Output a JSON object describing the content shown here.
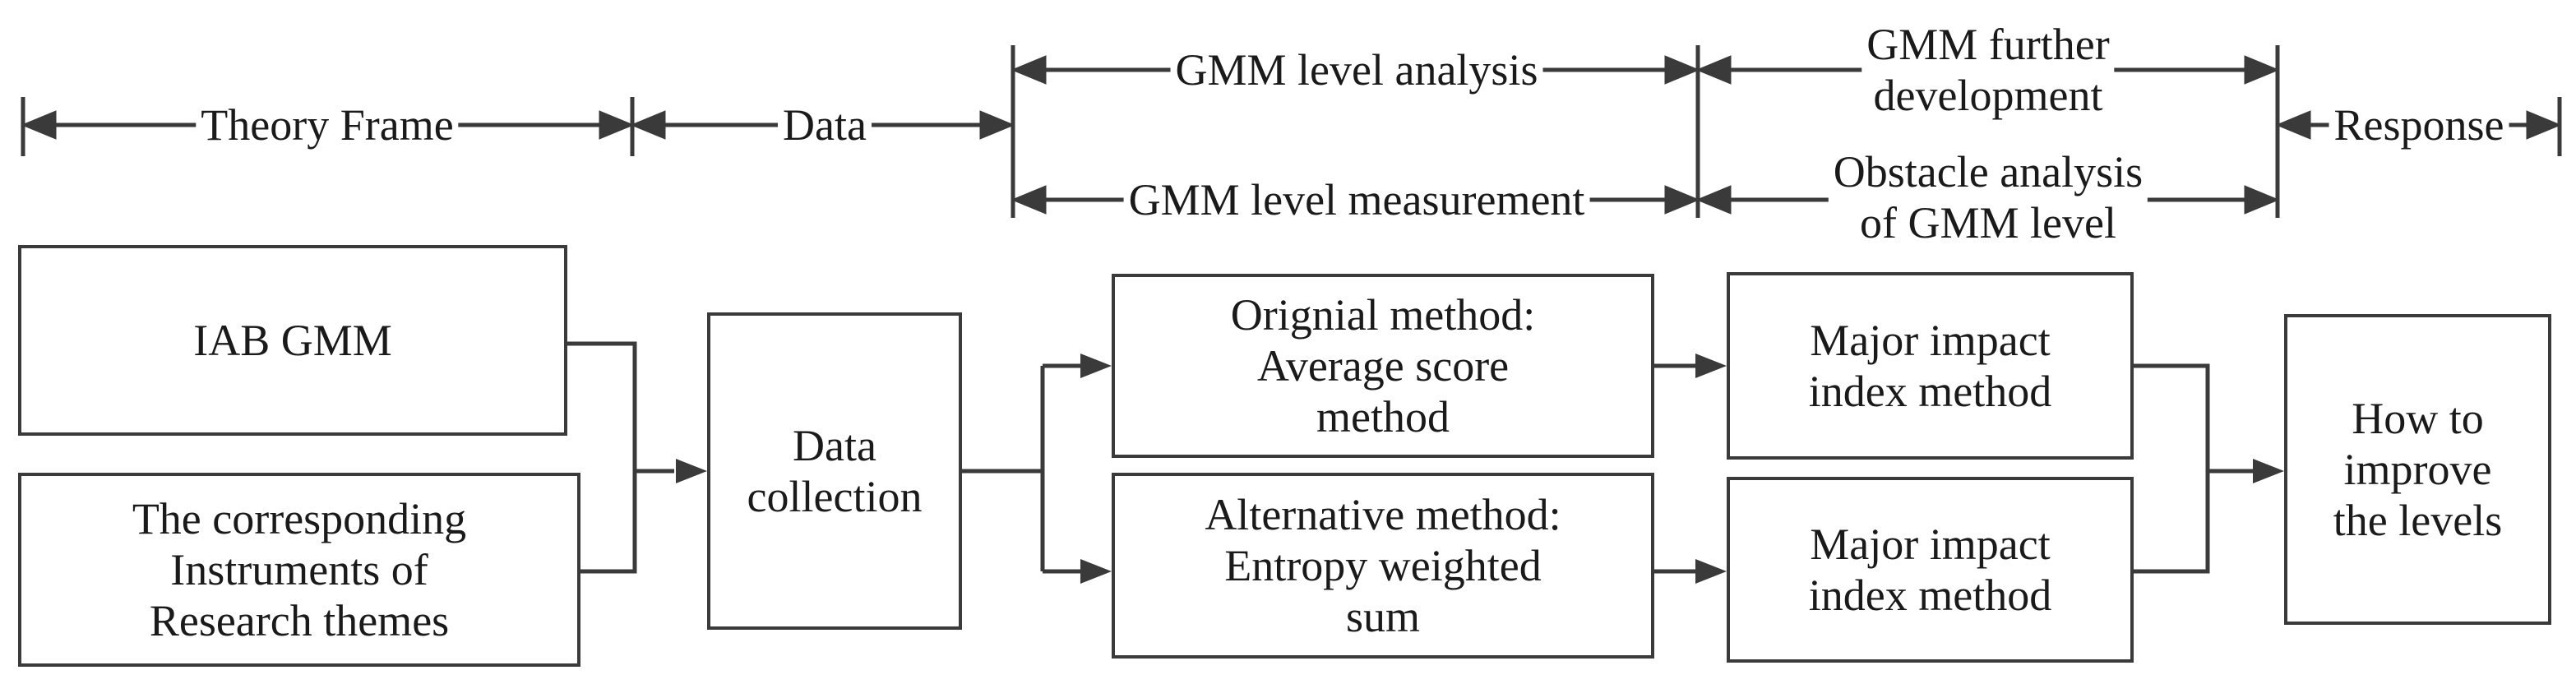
{
  "phases": {
    "theory_frame": "Theory Frame",
    "data": "Data",
    "gmm_level_analysis": "GMM level analysis",
    "gmm_further_development": "GMM further\ndevelopment",
    "response": "Response",
    "gmm_level_measurement": "GMM level measurement",
    "obstacle_analysis": "Obstacle analysis\nof GMM level"
  },
  "boxes": {
    "iab_gmm": "IAB GMM",
    "instruments": "The corresponding\nInstruments of\nResearch themes",
    "data_collection": "Data\ncollection",
    "original_method": "Orignial method:\nAverage score\nmethod",
    "alternative_method": "Alternative method:\nEntropy weighted\nsum",
    "impact_top": "Major impact\nindex method",
    "impact_bottom": "Major impact\nindex method",
    "improve": "How to\nimprove\nthe levels"
  },
  "colors": {
    "stroke": "#3a3a3a",
    "text": "#1a1a1a",
    "background": "#ffffff"
  }
}
